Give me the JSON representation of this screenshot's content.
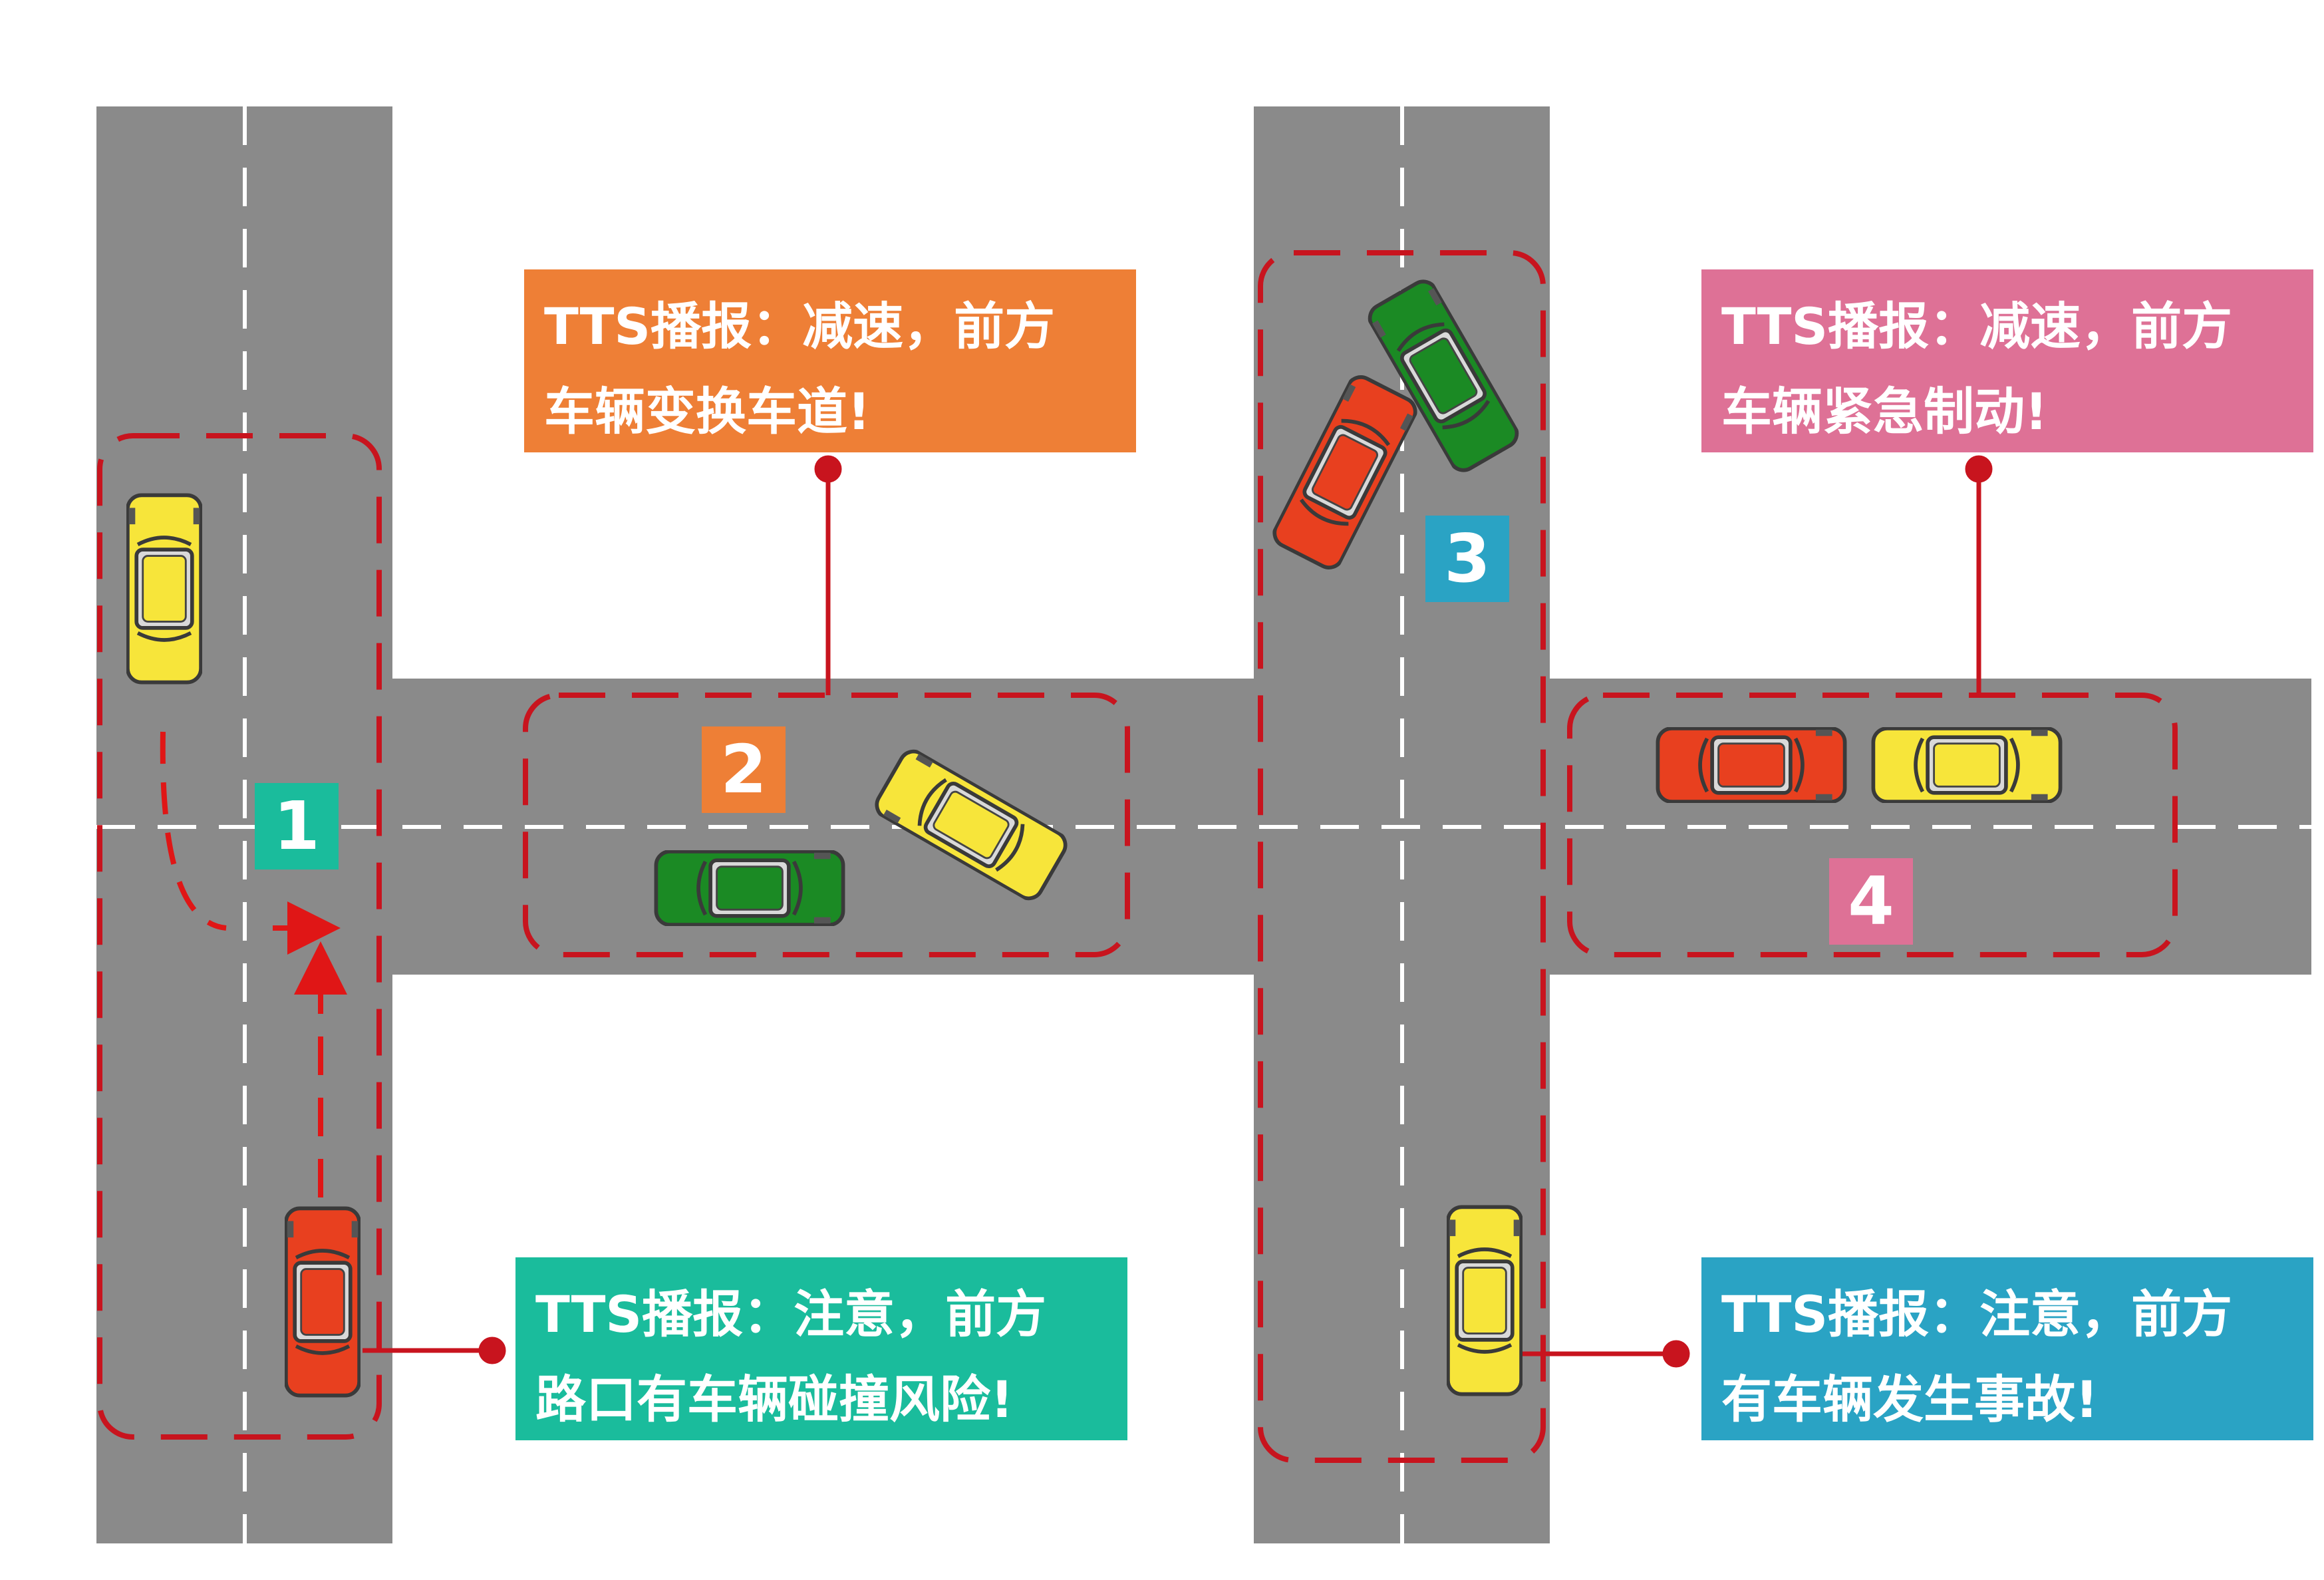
{
  "colors": {
    "road": "#8a8a8a",
    "lane_marking": "#ffffff",
    "zone_outline": "#c8141e",
    "callout_1": "#1abc9c",
    "callout_2": "#ee7f36",
    "callout_3": "#2aa3c4",
    "callout_4": "#de7196",
    "car_red": "#e8401f",
    "car_yellow": "#f7e53a",
    "car_green": "#1b8a24"
  },
  "zones": [
    {
      "number": "1",
      "color": "#1abc9c"
    },
    {
      "number": "2",
      "color": "#ee7f36"
    },
    {
      "number": "3",
      "color": "#2aa3c4"
    },
    {
      "number": "4",
      "color": "#de7196"
    }
  ],
  "callouts": [
    {
      "id": "lane-change",
      "line1": "TTS播报：减速，前方",
      "line2": "车辆变换车道!",
      "color": "#ee7f36"
    },
    {
      "id": "emergency-brake",
      "line1": "TTS播报：减速，前方",
      "line2": "车辆紧急制动!",
      "color": "#de7196"
    },
    {
      "id": "intersection-collision",
      "line1": "TTS播报：注意，前方",
      "line2": "路口有车辆碰撞风险!",
      "color": "#1abc9c"
    },
    {
      "id": "accident-ahead",
      "line1": "TTS播报：注意，前方",
      "line2": "有车辆发生事故!",
      "color": "#2aa3c4"
    }
  ],
  "icons": [
    "car-icon",
    "turn-arrow-icon",
    "straight-arrow-icon",
    "leader-dot-icon"
  ]
}
